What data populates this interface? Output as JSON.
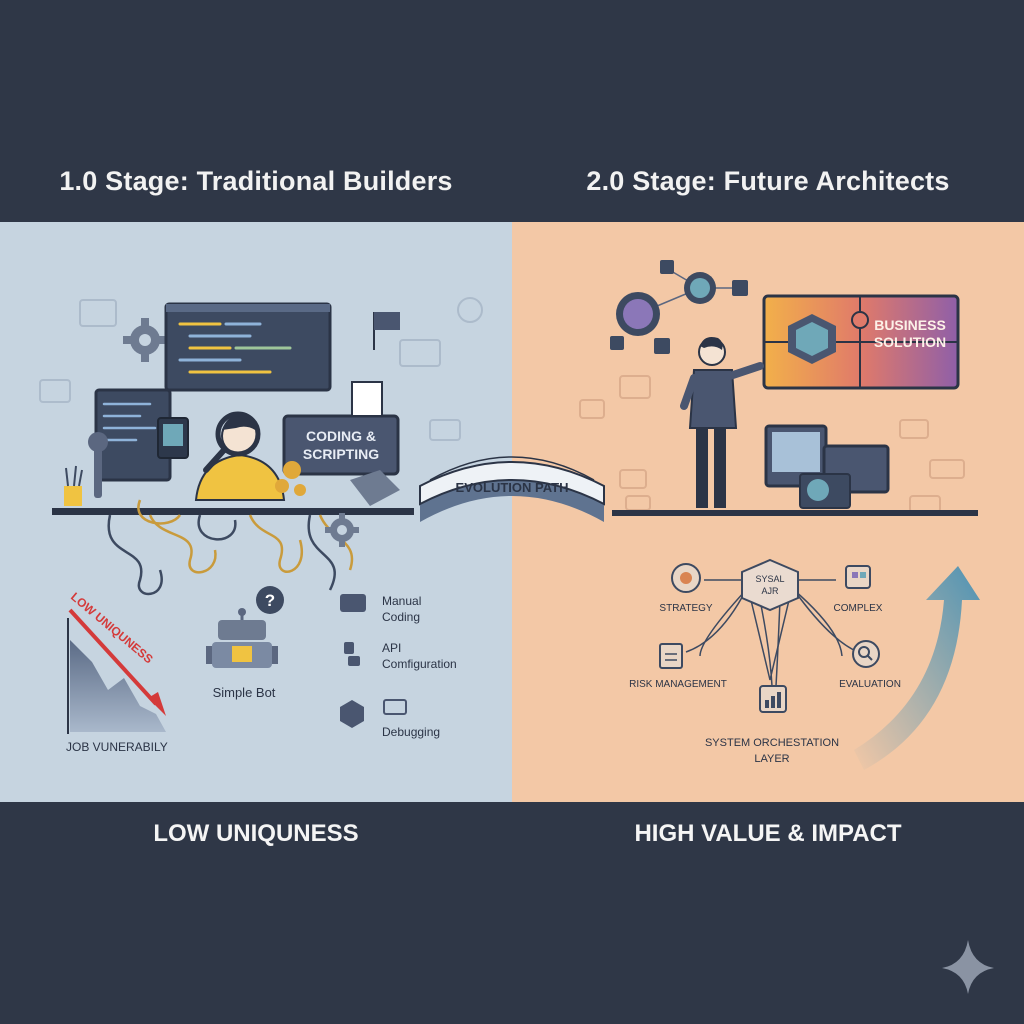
{
  "left": {
    "heading": "1.0 Stage: Traditional Builders",
    "monitor_label_1": "CODING &",
    "monitor_label_2": "SCRIPTING",
    "chart_label": "LOW UNIQUNESS",
    "chart_caption": "JOB VUNERABILY",
    "bot_label": "Simple Bot",
    "tasks": [
      {
        "line1": "Manual",
        "line2": "Coding"
      },
      {
        "line1": "API",
        "line2": "Comfiguration"
      },
      {
        "line1": "Debugging",
        "line2": ""
      }
    ],
    "footer": "LOW UNIQUNESS"
  },
  "bridge_label": "EVOLUTION PATH",
  "right": {
    "heading": "2.0 Stage: Future Architects",
    "puzzle_label_1": "BUSINESS",
    "puzzle_label_2": "SOLUTION",
    "hub_label_1": "SYSAL",
    "hub_label_2": "AJR",
    "nodes": {
      "strategy": "STRATEGY",
      "complex": "COMPLEX",
      "risk": "RISK MANAGEMENT",
      "evaluation": "EVALUATION"
    },
    "layer_line1": "SYSTEM ORCHESTATION",
    "layer_line2": "LAYER",
    "footer": "HIGH VALUE & IMPACT"
  },
  "colors": {
    "background": "#2f3747",
    "left_panel": "#c6d4e0",
    "right_panel": "#f3c8a6",
    "accent_red": "#d43a3a",
    "accent_yellow": "#f0c341",
    "accent_teal": "#5fa3b5"
  },
  "icons": [
    "gear-icon",
    "magnifier-icon",
    "robot-icon",
    "question-icon",
    "puzzle-icon",
    "sparkle-icon",
    "arrow-up-icon"
  ]
}
